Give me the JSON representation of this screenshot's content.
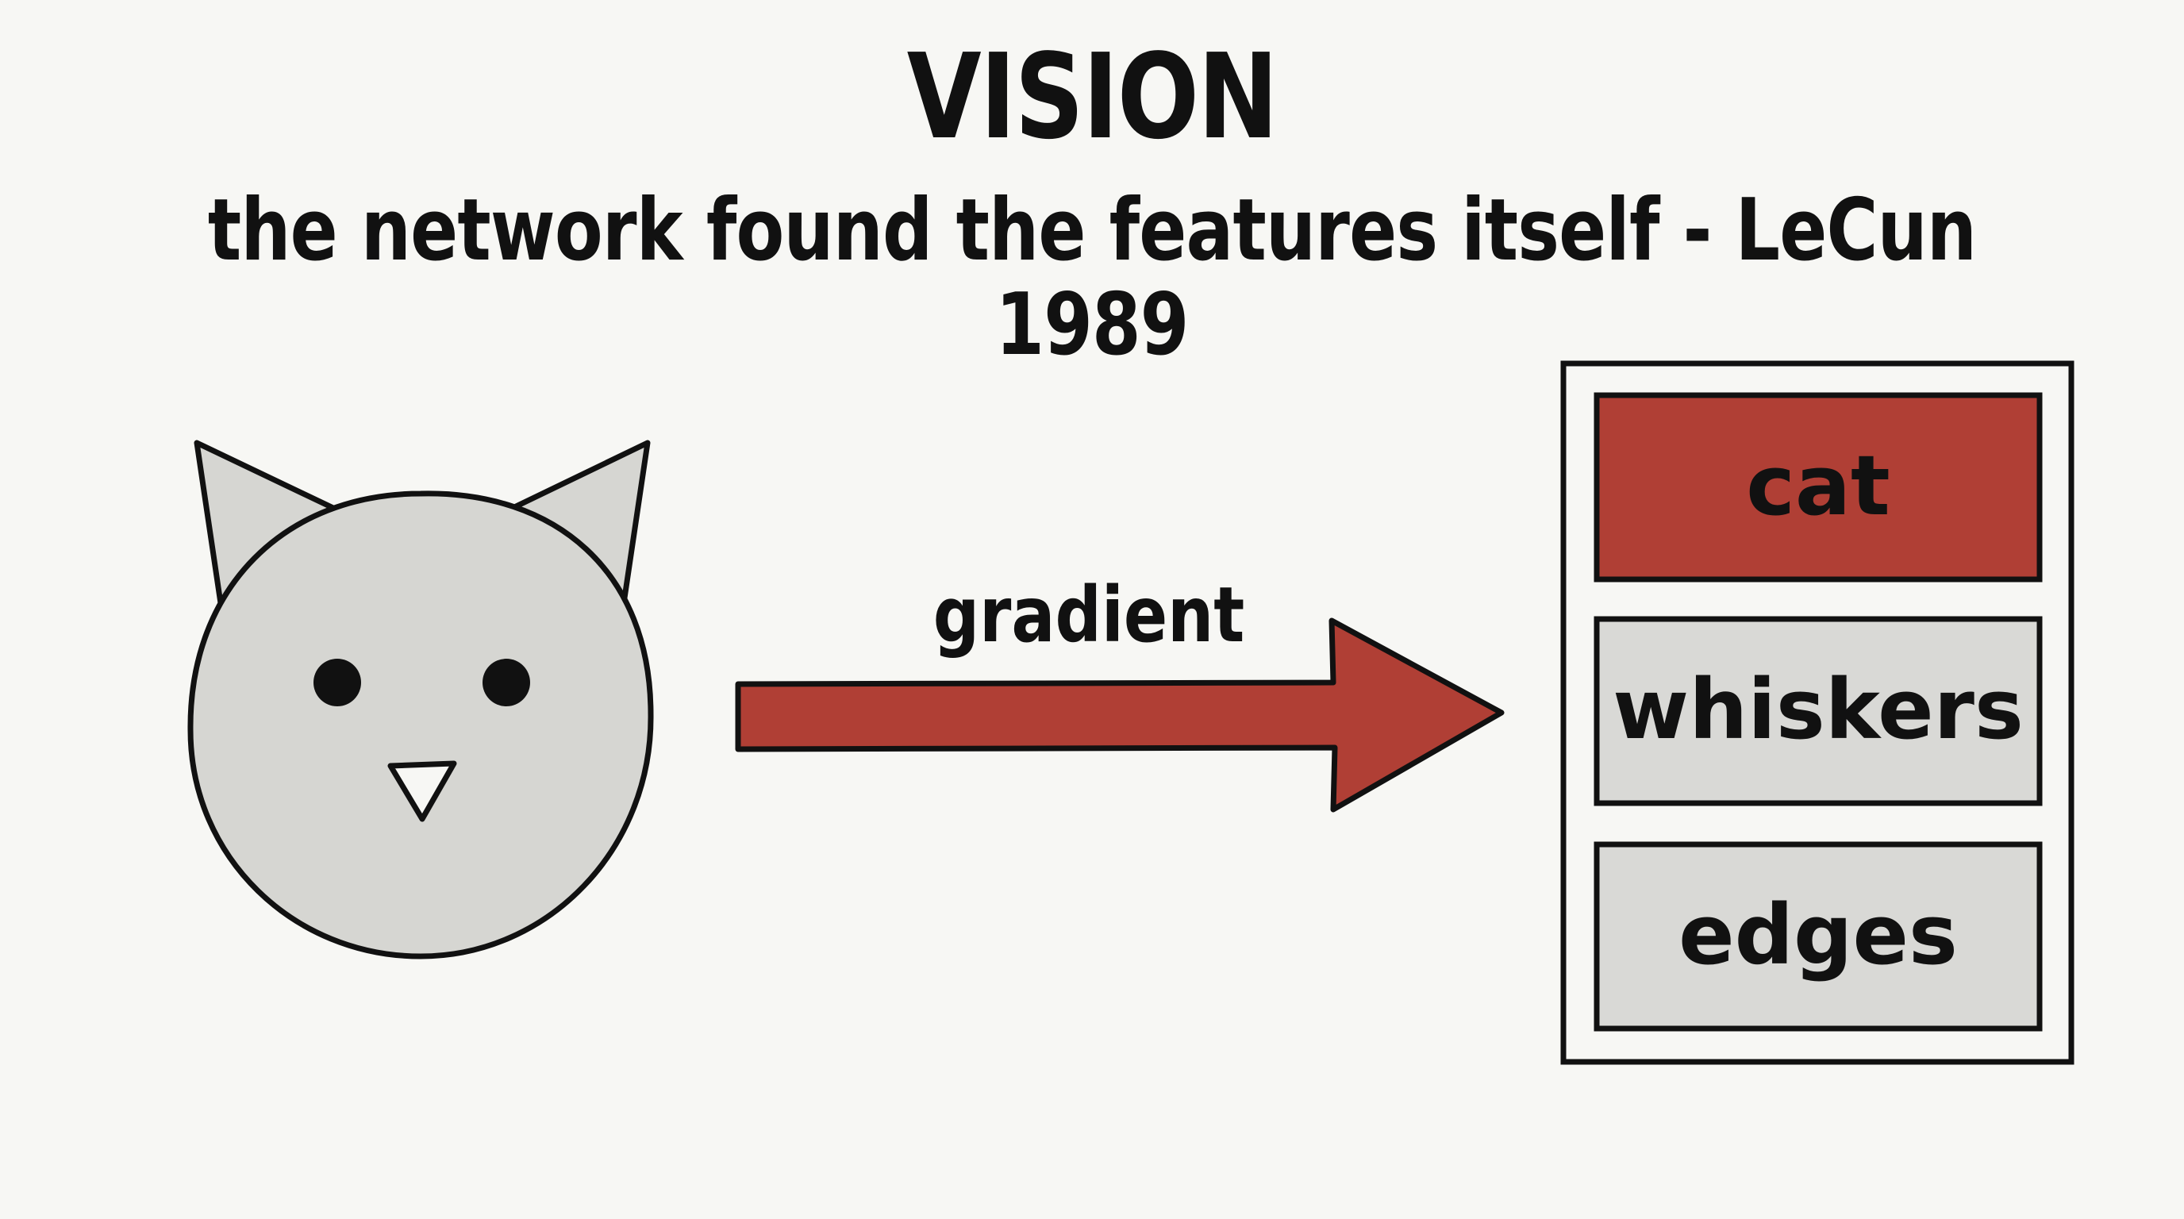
{
  "header": {
    "title": "VISION",
    "subtitle": "the network found the features itself - LeCun 1989"
  },
  "arrow": {
    "label": "gradient"
  },
  "feature_stack": {
    "layers": [
      {
        "label": "cat",
        "highlighted": true
      },
      {
        "label": "whiskers",
        "highlighted": false
      },
      {
        "label": "edges",
        "highlighted": false
      }
    ]
  },
  "colors": {
    "background": "#f7f7f4",
    "accent_red": "#b03f35",
    "face_gray": "#d6d6d2",
    "layer_gray": "#d9d9d6",
    "ink": "#111111"
  },
  "icons": {
    "input": "cat-face-icon",
    "flow": "arrow-right-icon"
  }
}
